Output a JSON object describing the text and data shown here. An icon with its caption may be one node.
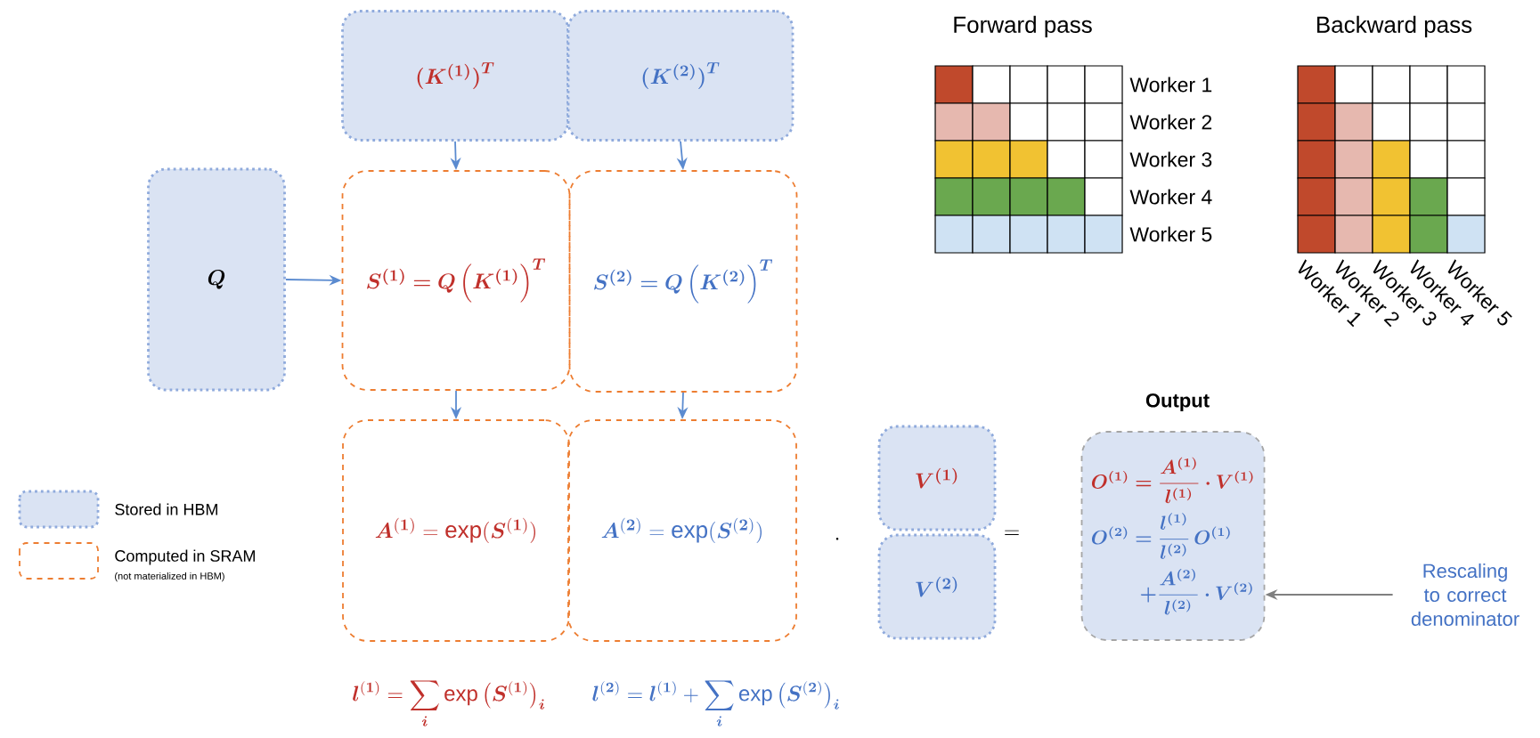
{
  "diagram": {
    "nodes": [
      {
        "text": [
          "\\bm{(K^{(1)})^{T}}"
        ]
      },
      {
        "text": [
          "\\bm{(K^{(2)})^{T}}"
        ]
      },
      {
        "text": [
          "\\bm{Q}"
        ]
      },
      {
        "text": [
          "\\bm{S^{(1)} = Q\\left(K^{(1)}\\right)^{T}}"
        ]
      },
      {
        "text": [
          "\\bm{S^{(2)} = Q\\left(K^{(2)}\\right)^{T}}"
        ]
      },
      {
        "text": [
          "\\bm{A}^{(\\bm{1})} = \\exp(\\bm{S}^{(\\bm{1})})"
        ]
      },
      {
        "text": [
          "\\bm{A}^{(\\bm{2})} = \\exp(\\bm{S}^{(\\bm{2})})"
        ]
      },
      {
        "text": [
          "\\bm{V^{(1)}}"
        ]
      },
      {
        "text": [
          "\\bm{V^{(2)}}"
        ]
      },
      {
        "text": [
          "Output",
          "\\bm{O^{(1)} = \\frac{A^{(1)}}{l^{(1)}} \\cdot V^{(1)}}",
          "\\bm{O^{(2)} = \\frac{l^{(1)}}{l^{(2)}}\\, O^{(1)}}",
          "\\bm{+ \\frac{A^{(2)}}{l^{(2)}} \\cdot V^{(2)}}"
        ]
      },
      {
        "text": [
          "Rescaling to correct denominator"
        ]
      }
    ],
    "edges": [
      {
        "from": 0,
        "to": 3,
        "arrow": "to"
      },
      {
        "from": 1,
        "to": 4,
        "arrow": "to"
      },
      {
        "from": 2,
        "to": 3,
        "arrow": "to"
      },
      {
        "from": 3,
        "to": 5,
        "arrow": "to"
      },
      {
        "from": 4,
        "to": 6,
        "arrow": "to"
      },
      {
        "from": 10,
        "to": 9,
        "arrow": "to",
        "color": "#7f7f7f"
      }
    ],
    "labels": [
      "Forward pass",
      "Backward pass",
      "Worker 1",
      "Worker 2",
      "Worker 3",
      "Worker 4",
      "Worker 5",
      "Worker 1",
      "Worker 2",
      "Worker 3",
      "Worker 4",
      "Worker 5",
      "(not materialized in HBM)",
      "\\cdot",
      "=",
      "\\bm{l}^{(\\bm{1})} = \\sum_{\\bm{i}} \\exp\\left(\\bm{S}^{(\\bm{1})}\\right)_{\\bm{i}}",
      "\\bm{l}^{(\\bm{2})} = \\bm{l}^{(\\bm{1})} + \\sum_{\\bm{i}} \\exp\\left(\\bm{S}^{(\\bm{2})}\\right)_{\\bm{i}}"
    ],
    "legend": [
      {
        "text": "Stored in HBM"
      },
      {
        "text": "Computed in SRAM"
      }
    ]
  }
}
